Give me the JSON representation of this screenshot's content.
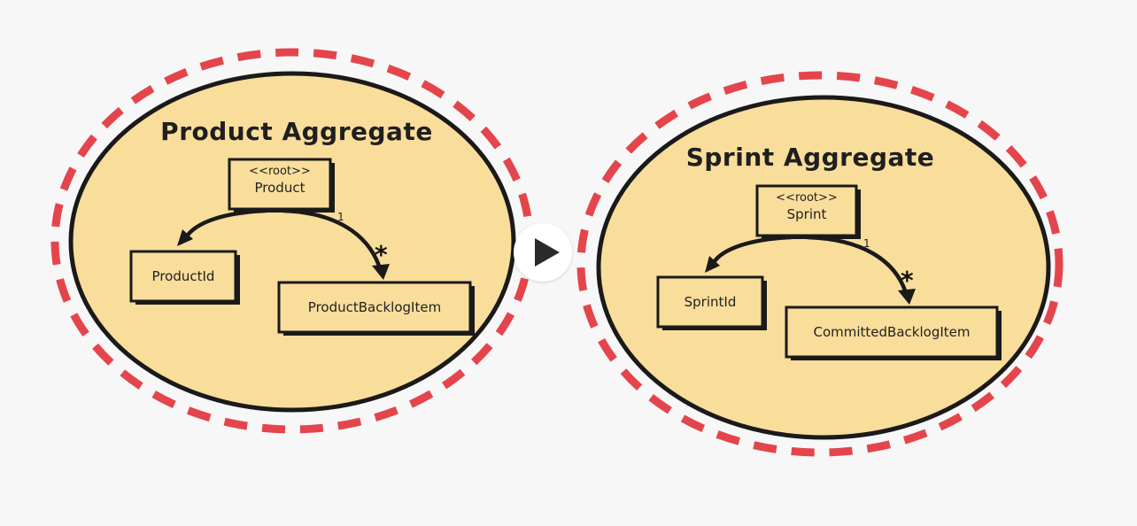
{
  "colors": {
    "background": "#f7f7f7",
    "aggregate_fill": "#f9dd9b",
    "outline": "#1a1a1a",
    "dashed_boundary": "#e4454c"
  },
  "product_aggregate": {
    "title": "Product Aggregate",
    "root": {
      "stereotype": "<<root>>",
      "name": "Product"
    },
    "id_entity": "ProductId",
    "child_entity": "ProductBacklogItem",
    "multiplicity_source": "1",
    "multiplicity_target": "*"
  },
  "sprint_aggregate": {
    "title": "Sprint Aggregate",
    "root": {
      "stereotype": "<<root>>",
      "name": "Sprint"
    },
    "id_entity": "SprintId",
    "child_entity": "CommittedBacklogItem",
    "multiplicity_source": "1",
    "multiplicity_target": "*"
  },
  "player": {
    "icon": "play-icon"
  }
}
